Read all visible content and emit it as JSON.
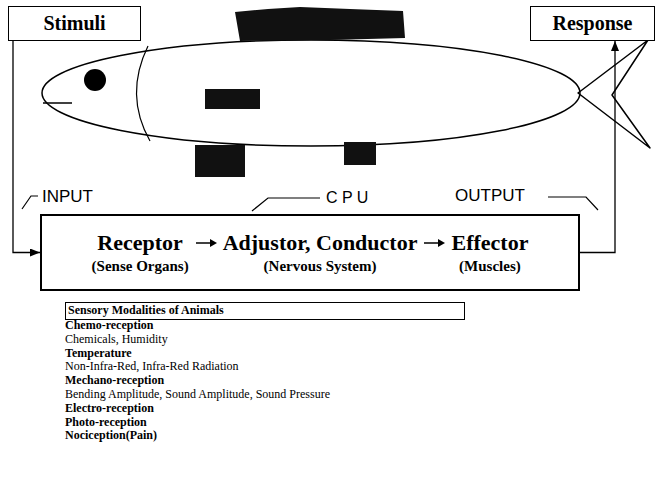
{
  "diagram": {
    "nodes": [
      {
        "text": [
          "Stimuli"
        ]
      },
      {
        "text": [
          "Response"
        ]
      },
      {
        "text": [
          "Receptor",
          "Adjustor, Conductor",
          "Effector",
          "(Sense Organs)",
          "(Nervous System)",
          "(Muscles)"
        ]
      },
      {
        "text": [
          "Sensory Modalities of Animals"
        ]
      }
    ],
    "edges": [
      {
        "from": 0,
        "to": 2,
        "arrow": "to"
      },
      {
        "from": 2,
        "to": 1,
        "arrow": "to"
      }
    ],
    "labels": [
      "INPUT",
      "C P U",
      "OUTPUT",
      "Chemo-reception",
      "Chemicals, Humidity",
      "Temperature",
      "Non-Infra-Red, Infra-Red Radiation",
      "Mechano-reception",
      "Bending Amplitude, Sound Amplitude, Sound Pressure",
      "Electro-reception",
      "Photo-reception",
      "Nociception(Pain)"
    ]
  }
}
